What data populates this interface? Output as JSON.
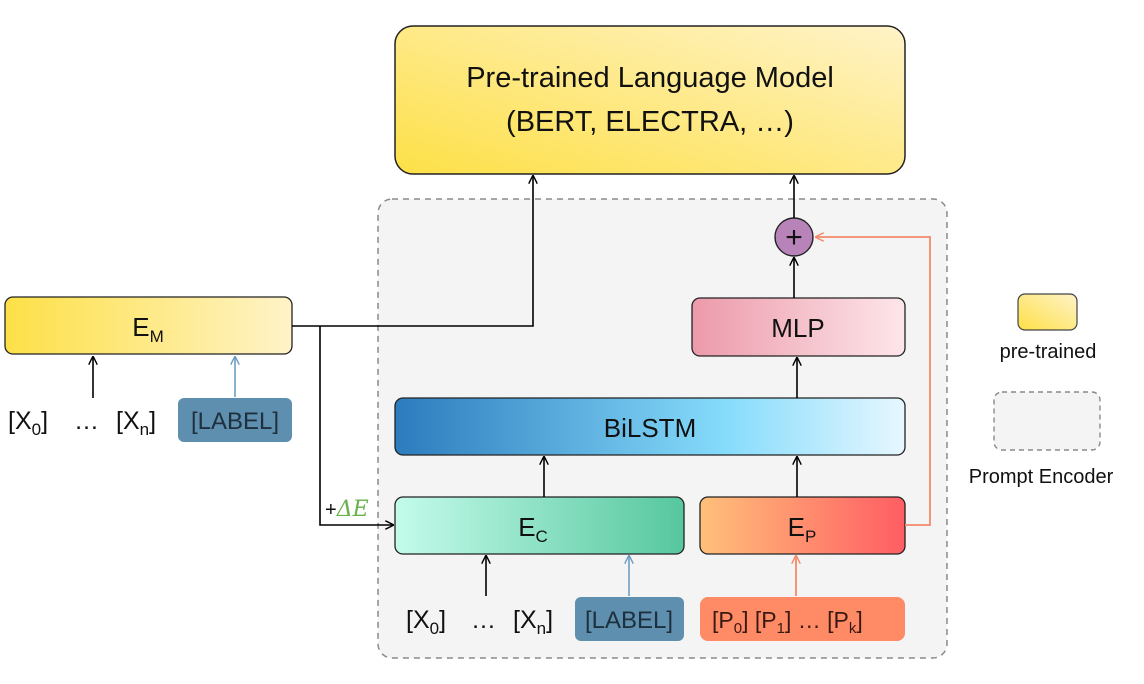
{
  "plm": {
    "line1": "Pre-trained Language Model",
    "line2": "(BERT, ELECTRA, …)"
  },
  "em": {
    "letter": "E",
    "sub": "M"
  },
  "ec": {
    "letter": "E",
    "sub": "C"
  },
  "ep": {
    "letter": "E",
    "sub": "P"
  },
  "bilstm": "BiLSTM",
  "mlp": "MLP",
  "plus_symbol": "+",
  "delta": {
    "plus": "+",
    "symbol": "ΔE"
  },
  "left_input": {
    "x0": {
      "open": "[X",
      "sub": "0",
      "close": "]"
    },
    "dots": "…",
    "xn": {
      "open": "[X",
      "sub": "n",
      "close": "]"
    },
    "label": "[LABEL]"
  },
  "bottom_input": {
    "x0": {
      "open": "[X",
      "sub": "0",
      "close": "]"
    },
    "dots": "…",
    "xn": {
      "open": "[X",
      "sub": "n",
      "close": "]"
    },
    "label": "[LABEL]"
  },
  "prompt_tokens": {
    "p0": {
      "open": "[P",
      "sub": "0",
      "close": "]"
    },
    "p1": {
      "open": "[P",
      "sub": "1",
      "close": "]"
    },
    "dots": "…",
    "pk": {
      "open": "[P",
      "sub": "k",
      "close": "]"
    }
  },
  "legend": {
    "pretrained": "pre-trained",
    "prompt_encoder": "Prompt Encoder"
  },
  "colors": {
    "pretrained_start": "#fde047",
    "pretrained_end": "#fff3c8",
    "bilstm_start": "#2c7bbd",
    "bilstm_end": "#e6f7ff",
    "ec_start": "#b6f7e6",
    "ec_end": "#56c79e",
    "ep_start": "#ffc07a",
    "ep_end": "#ff5d63",
    "mlp_start": "#ec9aaa",
    "mlp_end": "#fde6ea",
    "label_box": "#5f8fae",
    "prompt_box": "#ff8a66",
    "orange_arrow": "#f4896a",
    "blue_arrow": "#6c9ec2",
    "plus_fill": "#b783b8",
    "delta_green": "#6ab04c",
    "delta_orange": "#f5a623"
  }
}
